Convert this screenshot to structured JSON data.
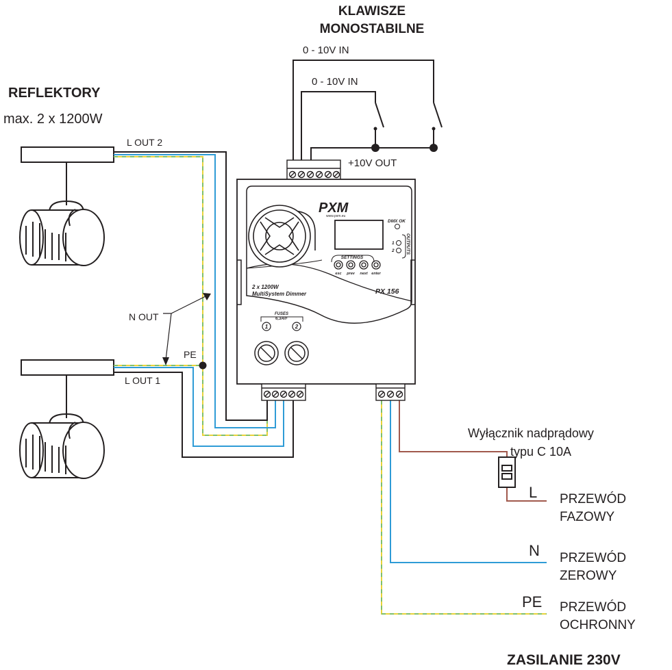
{
  "labels": {
    "switches_title_1": "KLAWISZE",
    "switches_title_2": "MONOSTABILNE",
    "in_upper": "0 - 10V IN",
    "in_lower": "0 - 10V IN",
    "out_10v": "+10V OUT",
    "lamps_title": "REFLEKTORY",
    "lamps_max": "max. 2 x 1200W",
    "l_out_2": "L OUT 2",
    "l_out_1": "L OUT 1",
    "n_out": "N OUT",
    "pe_junction": "PE",
    "breaker_1": "Wyłącznik nadprądowy",
    "breaker_2": "typu C 10A",
    "l_symbol": "L",
    "n_symbol": "N",
    "pe_symbol": "PE",
    "phase_1": "PRZEWÓD",
    "phase_2": "FAZOWY",
    "neutral_1": "PRZEWÓD",
    "neutral_2": "ZEROWY",
    "earth_1": "PRZEWÓD",
    "earth_2": "OCHRONNY",
    "supply": "ZASILANIE 230V"
  },
  "device": {
    "brand": "PXM",
    "brand_url": "www.pxm.eu",
    "dmx_ok": "DMX OK",
    "outputs": "OUTPUTS",
    "out_1": "1",
    "out_2": "2",
    "settings": "SETTINGS",
    "btn_esc": "esc",
    "btn_prev": "prev",
    "btn_next": "next",
    "btn_enter": "enter",
    "power": "2 x 1200W",
    "desc": "MultiSystem Dimmer",
    "model": "PX 156",
    "fuses": "FUSES",
    "fuse_rating": "6,3A/F",
    "fuse_1": "1",
    "fuse_2": "2"
  },
  "colors": {
    "black_wire": "#231f20",
    "blue_wire": "#2e9bd6",
    "brown_wire": "#a0584c",
    "yellow_wire": "#e8d23a",
    "green_wire": "#7fbf6a"
  }
}
